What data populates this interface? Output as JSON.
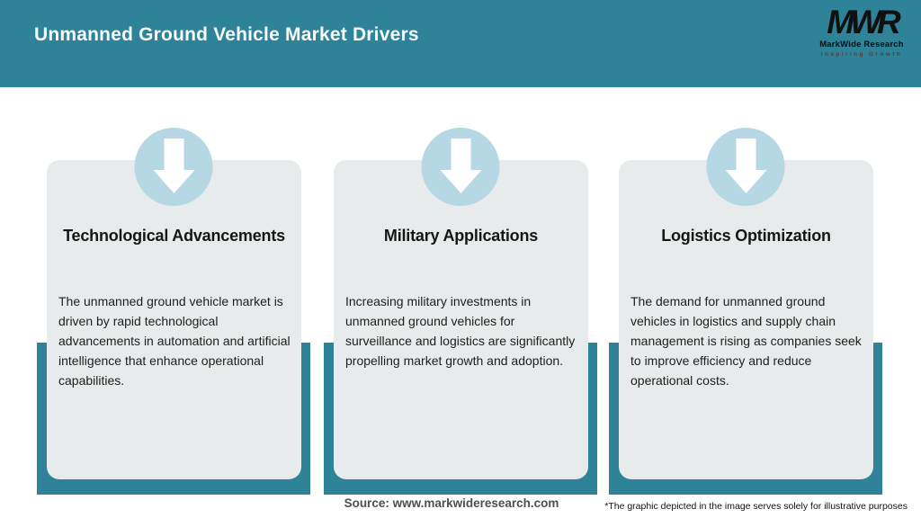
{
  "colors": {
    "teal": "#2e8398",
    "card-bg": "#e8ebeb",
    "circle-blue": "#b5d8e4",
    "title-dark": "#161616"
  },
  "header": {
    "title": "Unmanned Ground Vehicle Market Drivers",
    "logo": {
      "monogram": "MWR",
      "name": "MarkWide Research",
      "tagline": "Inspiring Growth"
    }
  },
  "cards": [
    {
      "icon": "down-arrow-icon",
      "title": "Technological Advancements",
      "description": "The unmanned ground vehicle market is driven by rapid technological advancements in automation and artificial intelligence that enhance operational capabilities."
    },
    {
      "icon": "down-arrow-icon",
      "title": "Military Applications",
      "description": "Increasing military investments in unmanned ground vehicles for surveillance and logistics are significantly propelling market growth and adoption."
    },
    {
      "icon": "down-arrow-icon",
      "title": "Logistics Optimization",
      "description": "The demand for unmanned ground vehicles in logistics and supply chain management is rising as companies seek to improve efficiency and reduce operational costs."
    }
  ],
  "footer": {
    "source": "Source: www.markwideresearch.com",
    "disclaimer": "*The graphic depicted in the image serves solely for illustrative purposes"
  },
  "chart_data": {
    "type": "table",
    "title": "Unmanned Ground Vehicle Market Drivers",
    "categories": [
      "Technological Advancements",
      "Military Applications",
      "Logistics Optimization"
    ],
    "values": [
      "The unmanned ground vehicle market is driven by rapid technological advancements in automation and artificial intelligence that enhance operational capabilities.",
      "Increasing military investments in unmanned ground vehicles for surveillance and logistics are significantly propelling market growth and adoption.",
      "The demand for unmanned ground vehicles in logistics and supply chain management is rising as companies seek to improve efficiency and reduce operational costs."
    ],
    "source": "www.markwideresearch.com"
  }
}
